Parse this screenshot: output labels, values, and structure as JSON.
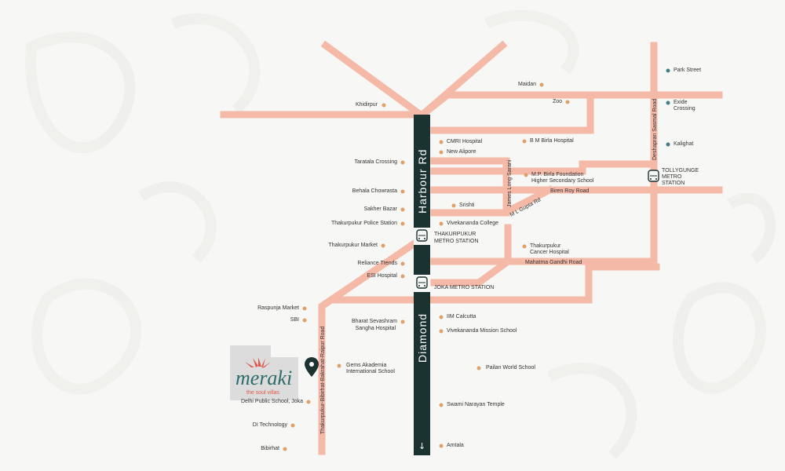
{
  "map": {
    "main_road": {
      "top_label": "Harbour Rd",
      "bottom_label": "Diamond"
    },
    "roads": {
      "james_long": "James Long Sarani",
      "ml_gupta": "M L Gupta Rd",
      "biren_roy": "Biren Roy Road",
      "mahatma_gandhi": "Mahatma Gandhi Road",
      "deshapran": "Deshapran Sasmal Road",
      "thakurpukur_rd": "Thakurpukur-Bibirhat-Bakrahat-Raipur Road"
    },
    "metro_stations": {
      "tollygunge": [
        "TOLLYGUNGE",
        "METRO",
        "STATION"
      ],
      "thakurpukur": [
        "THAKURPUKUR",
        "METRO STATION"
      ],
      "joka": "JOKA METRO STATION"
    },
    "places_left": {
      "khidirpur": "Khidirpur",
      "taratala": "Taratala Crossing",
      "behala": "Behala Chowrasta",
      "sakher": "Sakher Bazar",
      "thakurpukur_ps": "Thakurpukur Police Station",
      "thakurpukur_market": "Thakurpukur Market",
      "reliance": "Reliance Trends",
      "esi": "ESI Hospital",
      "raspunja": "Raspunja Market",
      "sbi": "SBI",
      "bharat1": "Bharat Sevashram",
      "bharat2": "Sangha Hospital",
      "gems1": "Gems Akademia",
      "gems2": "International School",
      "dps": "Delhi Public School, Joka",
      "di": "DI Technology",
      "bibirhat": "Bibirhat"
    },
    "places_right": {
      "maidan": "Maidan",
      "zoo": "Zoo",
      "cmri": "CMRI Hospital",
      "bm_birla": "B M Birla Hospital",
      "new_alipore": "New Alipore",
      "mp_birla1": "M.P. Birla Foundation",
      "mp_birla2": "Higher Secondary School",
      "srishti": "Srishti",
      "vivekananda_college": "Vivekananda College",
      "cancer1": "Thakurpukur",
      "cancer2": "Cancer Hospital",
      "iim": "IIM Calcutta",
      "vms": "Vivekananda Mission School",
      "pailan": "Pailan World School",
      "swami": "Swami Narayan Temple",
      "amtala": "Amtala"
    },
    "places_far_right": {
      "park_street": "Park Street",
      "exide1": "Exide",
      "exide2": "Crossing",
      "kalighat": "Kalighat"
    },
    "project": {
      "name": "meraki",
      "tagline": "the soul villas"
    },
    "colors": {
      "road": "#f5b9a8",
      "main_road": "#1a3330",
      "dot": "#e0a06a",
      "teal_dot": "#3f7f86",
      "background": "#f7f7f6"
    }
  }
}
